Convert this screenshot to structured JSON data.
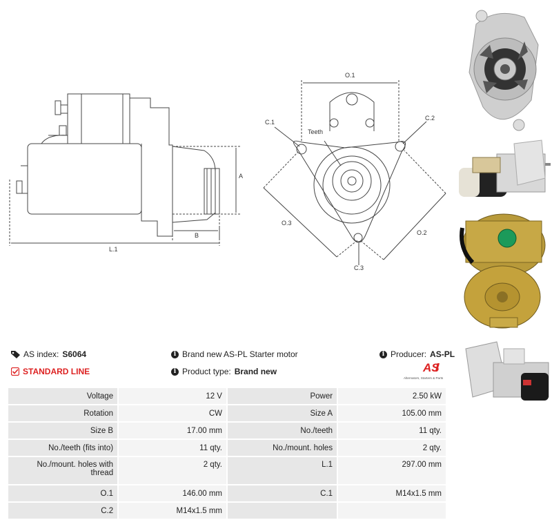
{
  "drawing": {
    "labels": {
      "a": "A",
      "b": "B",
      "l1": "L.1",
      "o1": "O.1",
      "o2": "O.2",
      "o3": "O.3",
      "c1": "C.1",
      "c2": "C.2",
      "c3": "C.3",
      "teeth": "Teeth"
    }
  },
  "product": {
    "as_index_label": "AS index:",
    "as_index": "S6064",
    "line": "STANDARD LINE",
    "description": "Brand new AS-PL Starter motor",
    "product_type_label": "Product type:",
    "product_type": "Brand new",
    "producer_label": "Producer:",
    "producer": "AS-PL"
  },
  "logo": {
    "mark": "AS",
    "tagline": "Alternators, Starters & Parts"
  },
  "specs": [
    [
      "Voltage",
      "12 V",
      "Power",
      "2.50 kW"
    ],
    [
      "Rotation",
      "CW",
      "Size A",
      "105.00 mm"
    ],
    [
      "Size B",
      "17.00 mm",
      "No./teeth",
      "11 qty."
    ],
    [
      "No./teeth (fits into)",
      "11 qty.",
      "No./mount. holes",
      "2 qty."
    ],
    [
      "No./mount. holes with thread",
      "2 qty.",
      "L.1",
      "297.00 mm"
    ],
    [
      "O.1",
      "146.00 mm",
      "C.1",
      "M14x1.5 mm"
    ],
    [
      "C.2",
      "M14x1.5 mm",
      "",
      ""
    ]
  ],
  "colors": {
    "accent_red": "#dd2222",
    "table_label_bg": "#e7e7e7",
    "table_value_bg": "#f4f4f4"
  }
}
